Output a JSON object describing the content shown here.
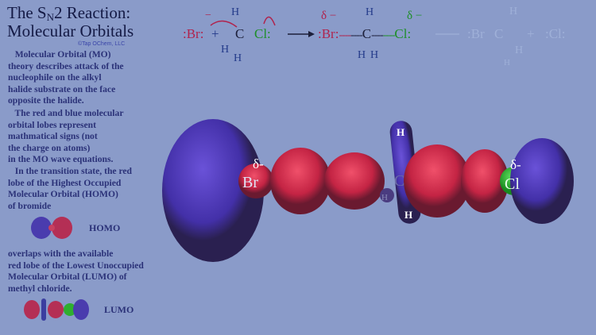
{
  "title": {
    "line1_pre": "The S",
    "sub": "N",
    "line1_post": "2 Reaction:",
    "line2": "Molecular Orbitals",
    "copyright": "©Tap OChem, LLC"
  },
  "text": {
    "p1": "   Molecular Orbital (MO)\ntheory describes attack of the\nnucleophile on the alkyl\nhalide substrate on the face\nopposite the halide.",
    "p2": "   The red and blue molecular\norbital lobes represent\nmathmatical signs (not\nthe charge on atoms)\nin the MO wave equations.\n   In the transition state, the red\nlobe of the Highest Occupied\nMolecular Orbital (HOMO)\nof bromide",
    "p3": "overlaps with the available\nred lobe of the Lowest Unoccupied\nMolecular Orbital (LUMO) of\nmethyl chloride."
  },
  "labels": {
    "homo": "HOMO",
    "lumo": "LUMO"
  },
  "scheme": {
    "reactant": {
      "br": ":Br:",
      "charge": "−",
      "plus": "+",
      "c": "C",
      "cl": "Cl:",
      "h": "H"
    },
    "ts": {
      "delta": "δ −",
      "br": ":Br:",
      "c": "C",
      "cl": "Cl:",
      "h": "H",
      "dashes": "----"
    },
    "product": {
      "br": ":Br",
      "c": "C",
      "cl": ":Cl:",
      "plus": "+",
      "h": "H"
    }
  },
  "model": {
    "br": "Br",
    "cl": "Cl",
    "c": "C",
    "h": "H",
    "delta": "δ-"
  },
  "colors": {
    "background": "#8a9bc9",
    "positive_lobe": "#d0304f",
    "negative_lobe": "#4f3fb0",
    "chlorine": "#2fae2f",
    "text": "#2b3278"
  }
}
